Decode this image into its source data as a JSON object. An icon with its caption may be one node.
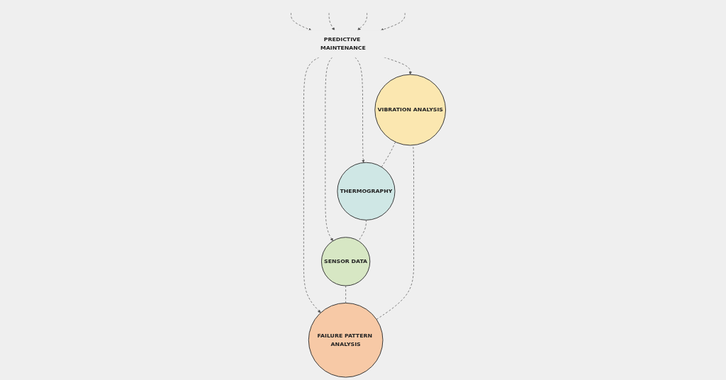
{
  "diagram": {
    "nodes": [
      {
        "text": [
          "VIBRATION ANALYSIS"
        ]
      },
      {
        "text": [
          "THERMOGRAPHY"
        ]
      },
      {
        "text": [
          "PREDICTIVE MAINTENANCE"
        ]
      },
      {
        "text": [
          "FAILURE PATTERN ANALYSIS"
        ]
      },
      {
        "text": [
          "SENSOR DATA"
        ]
      }
    ],
    "edges": [
      {
        "from": 2,
        "to": 0,
        "arrow": "to",
        "style": "dashed"
      },
      {
        "from": 2,
        "to": 1,
        "arrow": "to",
        "style": "dashed"
      },
      {
        "from": 2,
        "to": 3,
        "arrow": "to",
        "style": "dashed"
      },
      {
        "from": 2,
        "to": 4,
        "arrow": "to",
        "style": "dashed"
      },
      {
        "from": null,
        "to": 2,
        "arrow": "to",
        "style": "dashed"
      },
      {
        "from": null,
        "to": 2,
        "arrow": "to",
        "style": "dashed"
      },
      {
        "from": null,
        "to": 2,
        "arrow": "to",
        "style": "dashed"
      },
      {
        "from": null,
        "to": 2,
        "arrow": "to",
        "style": "dashed"
      },
      {
        "from": 0,
        "to": 1,
        "arrow": "none",
        "style": "dashed"
      },
      {
        "from": 1,
        "to": 4,
        "arrow": "none",
        "style": "dashed"
      },
      {
        "from": 4,
        "to": 3,
        "arrow": "none",
        "style": "dashed"
      },
      {
        "from": 3,
        "to": 0,
        "arrow": "none",
        "style": "dashed"
      }
    ]
  }
}
